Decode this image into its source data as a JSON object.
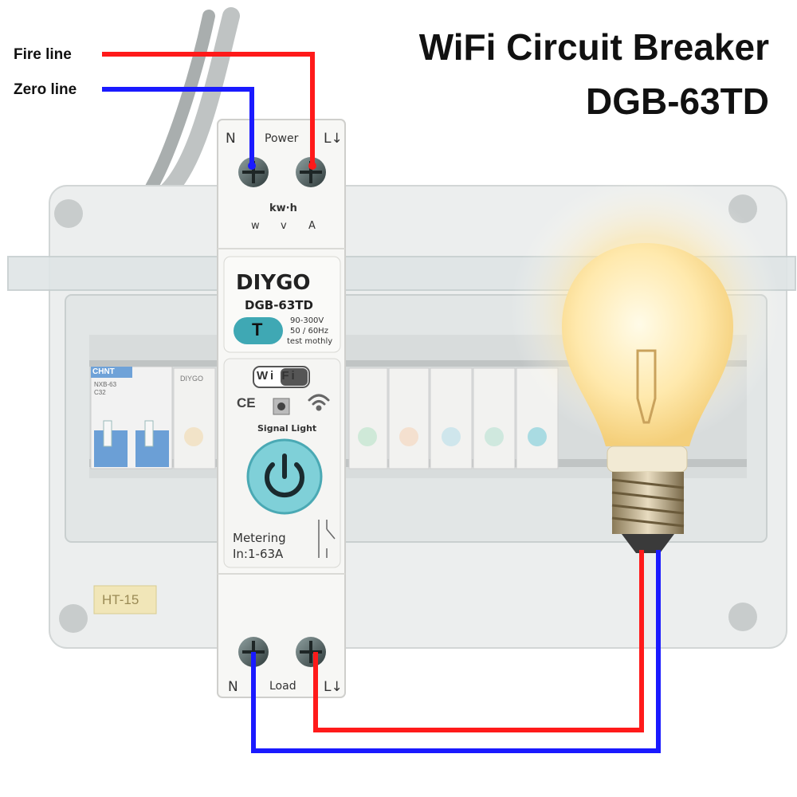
{
  "title": {
    "line1": "WiFi Circuit Breaker",
    "line2": "DGB-63TD"
  },
  "wires": {
    "fire_label": "Fire line",
    "zero_label": "Zero line",
    "fire_color": "#ff1a1a",
    "zero_color": "#1a1aff"
  },
  "device": {
    "top_terminals": {
      "n": "N",
      "power": "Power",
      "l": "L↓"
    },
    "meter_labels": {
      "kwh": "kw·h",
      "w": "w",
      "v": "v",
      "a": "A"
    },
    "brand": "DIYGO",
    "model": "DGB-63TD",
    "test_button": "T",
    "specs": [
      "90-300V",
      "50 / 60Hz",
      "test mothly"
    ],
    "wifi_badge": "Wi Fi",
    "ce_mark": "CE",
    "signal_light": "Signal Light",
    "power_icon": "power-icon",
    "metering": "Metering",
    "current": "In:1-63A",
    "bottom_terminals": {
      "n": "N",
      "load": "Load",
      "l": "L↓"
    }
  },
  "panel": {
    "label": "HT-15",
    "breaker_brand": "CHNT",
    "breaker_model": "NXB-63",
    "breaker_rating": "C32",
    "module_brand": "DIYGO"
  },
  "colors": {
    "panel": "#eceeee",
    "device": "#f7f7f5",
    "accent": "#7fd0d8",
    "bulb": "#ffe6a0"
  }
}
